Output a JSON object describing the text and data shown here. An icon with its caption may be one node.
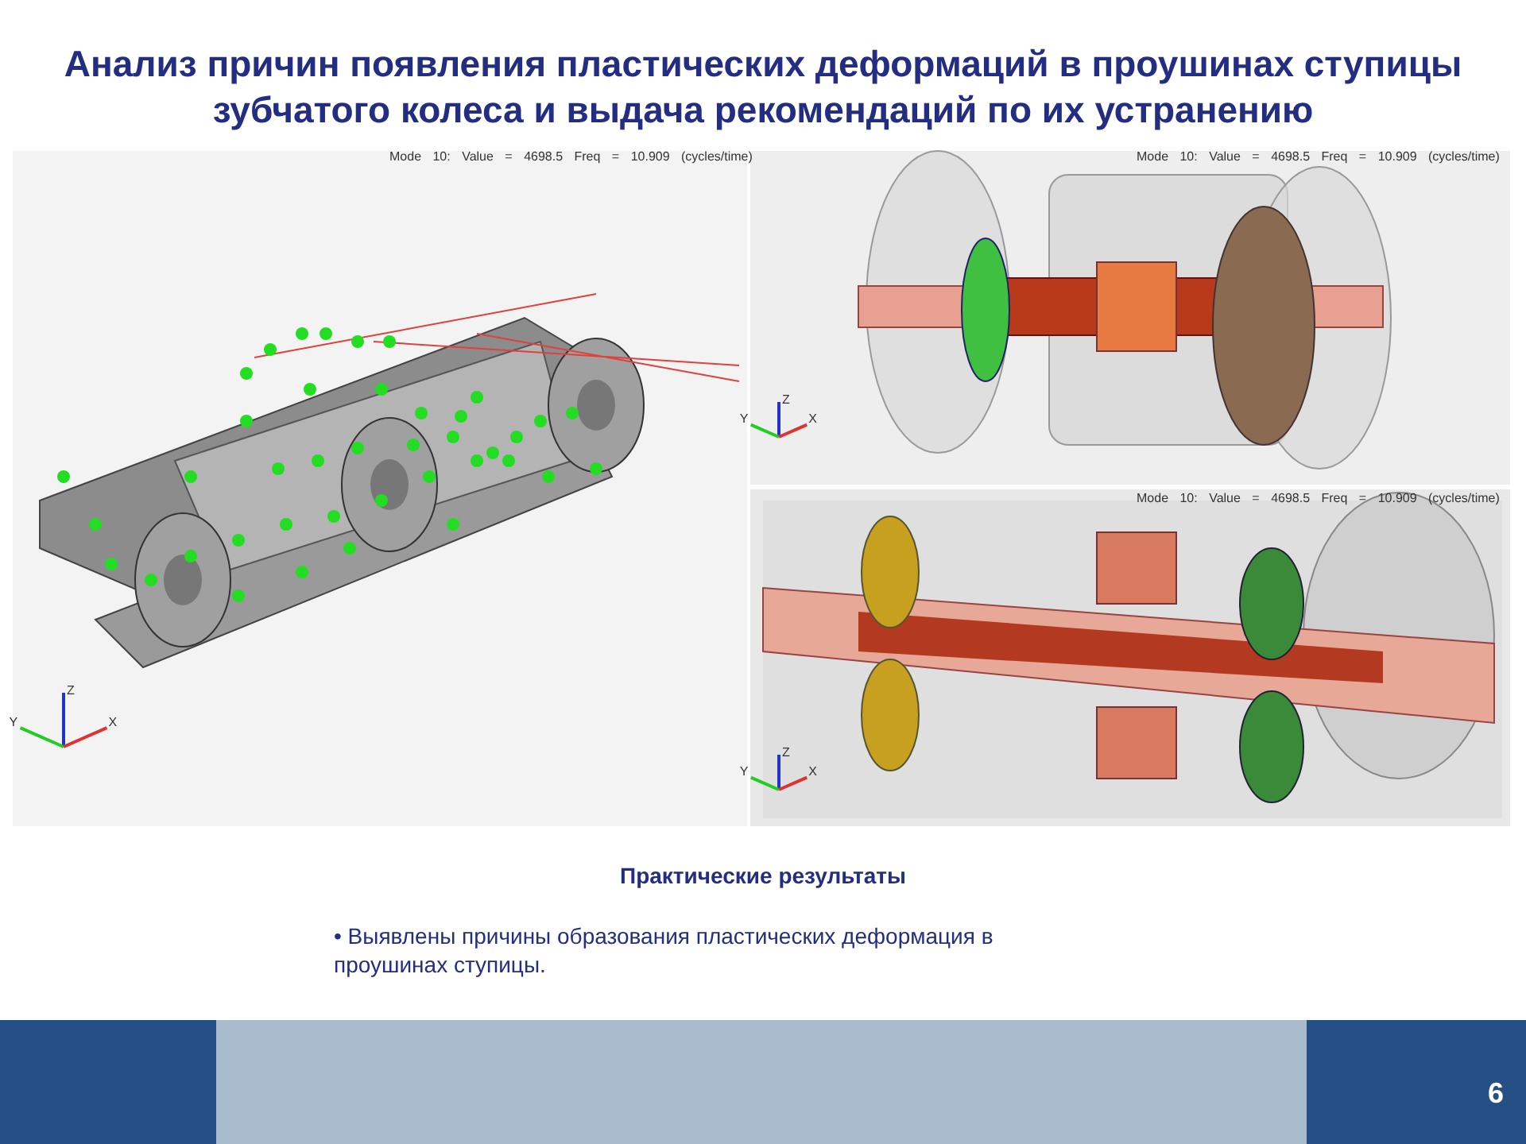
{
  "diagram": {
    "title": "Анализ причин появления пластических деформаций в проушинах ступицы зубчатого колеса и выдача рекомендаций по их устранению",
    "labels": [
      "Mode 10: Value = 4698.5 Freq = 10.909 (cycles/time)",
      "Mode 10: Value = 4698.5 Freq = 10.909 (cycles/time)",
      "Z",
      "Y",
      "X",
      "Mode 10: Value = 4698.5 Freq = 10.909 (cycles/time)",
      "Z",
      "Y",
      "X",
      "Z",
      "Y",
      "X",
      "Практические результаты",
      "• Выявлены причины образования пластических деформация в проушинах ступицы.",
      "6"
    ]
  }
}
